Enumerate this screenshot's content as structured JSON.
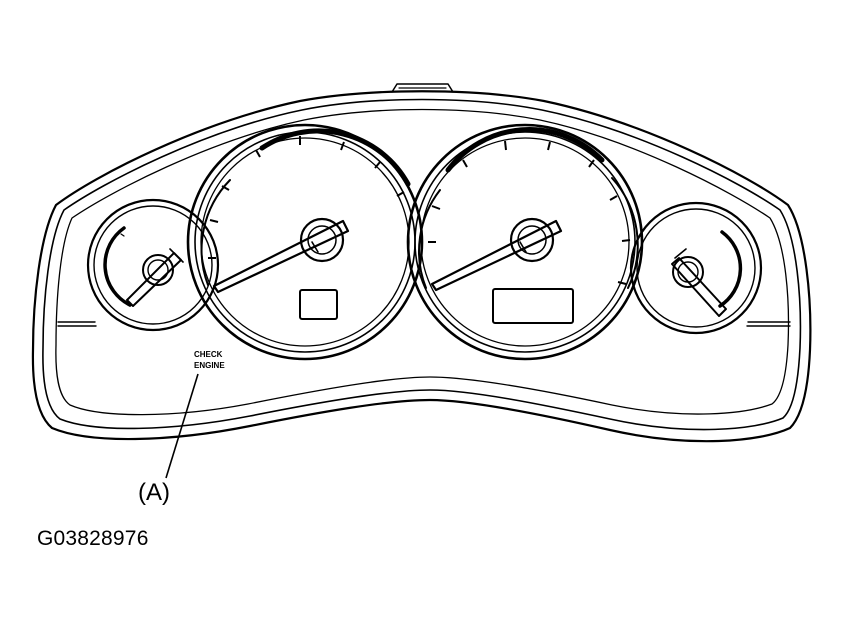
{
  "diagram": {
    "indicator_lines": [
      "CHECK",
      "ENGINE"
    ],
    "callout_label": "(A)",
    "figure_code": "G03828976"
  },
  "colors": {
    "ink": "#000000",
    "paper": "#ffffff"
  }
}
